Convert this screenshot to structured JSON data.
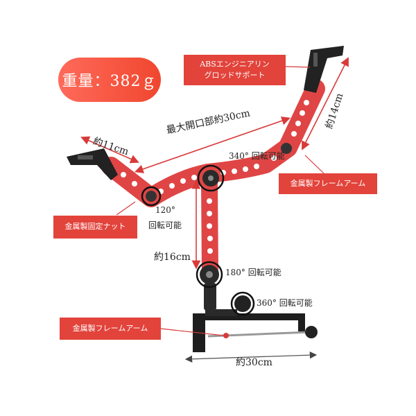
{
  "weight_badge": "重量：382ｇ",
  "callouts": {
    "abs_support_line1": "ABSエンジニアリン",
    "abs_support_line2": "グロッドサポート",
    "frame_arm_top": "金属製フレームアーム",
    "fixed_nut": "金属製固定ナット",
    "frame_arm_bottom": "金属製フレームアーム"
  },
  "dimensions": {
    "max_opening": "最大開口部約30cm",
    "left_arm": "約11cm",
    "right_arm": "約14cm",
    "vertical": "約16cm",
    "clamp_width": "約30cm"
  },
  "rotations": {
    "top_joint": "340° 回転可能",
    "left_joint_deg": "120°",
    "left_joint_text": "回転可能",
    "middle_joint": "180° 回転可能",
    "clamp_knob": "360° 回転可能"
  },
  "colors": {
    "arm_red": "#e04545",
    "callout_red": "#e2433b",
    "badge_start": "#ff6a5a",
    "badge_end": "#f0472f"
  }
}
